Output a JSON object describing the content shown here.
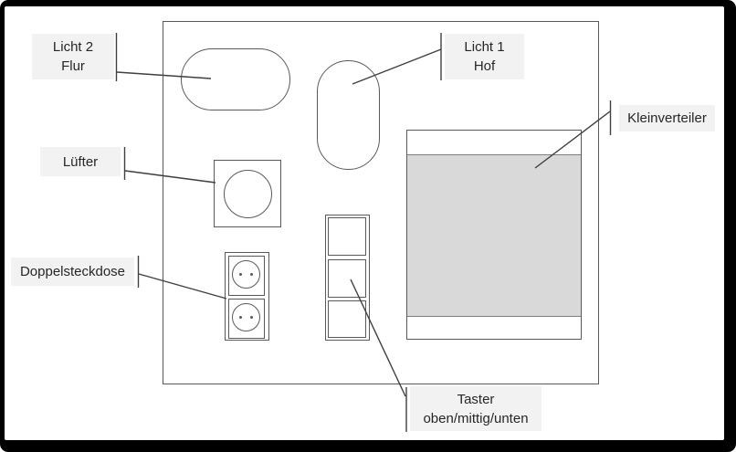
{
  "diagram": {
    "type": "electrical-installation-wall-plan",
    "labels": {
      "licht2": {
        "line1": "Licht 2",
        "line2": "Flur"
      },
      "licht1": {
        "line1": "Licht 1",
        "line2": "Hof"
      },
      "kleinverteiler": {
        "line1": "Kleinverteiler"
      },
      "luefter": {
        "line1": "Lüfter"
      },
      "doppelsteckdose": {
        "line1": "Doppelsteckdose"
      },
      "taster": {
        "line1": "Taster",
        "line2": "oben/mittig/unten"
      }
    },
    "colors": {
      "frame": "#000000",
      "background": "#ffffff",
      "label_background": "#f2f2f2",
      "outline": "#595959",
      "leader_line": "#3f3f3f",
      "text": "#262626",
      "distribution_fill": "#d9d9d9",
      "distribution_edge": "#7f7f7f"
    }
  }
}
